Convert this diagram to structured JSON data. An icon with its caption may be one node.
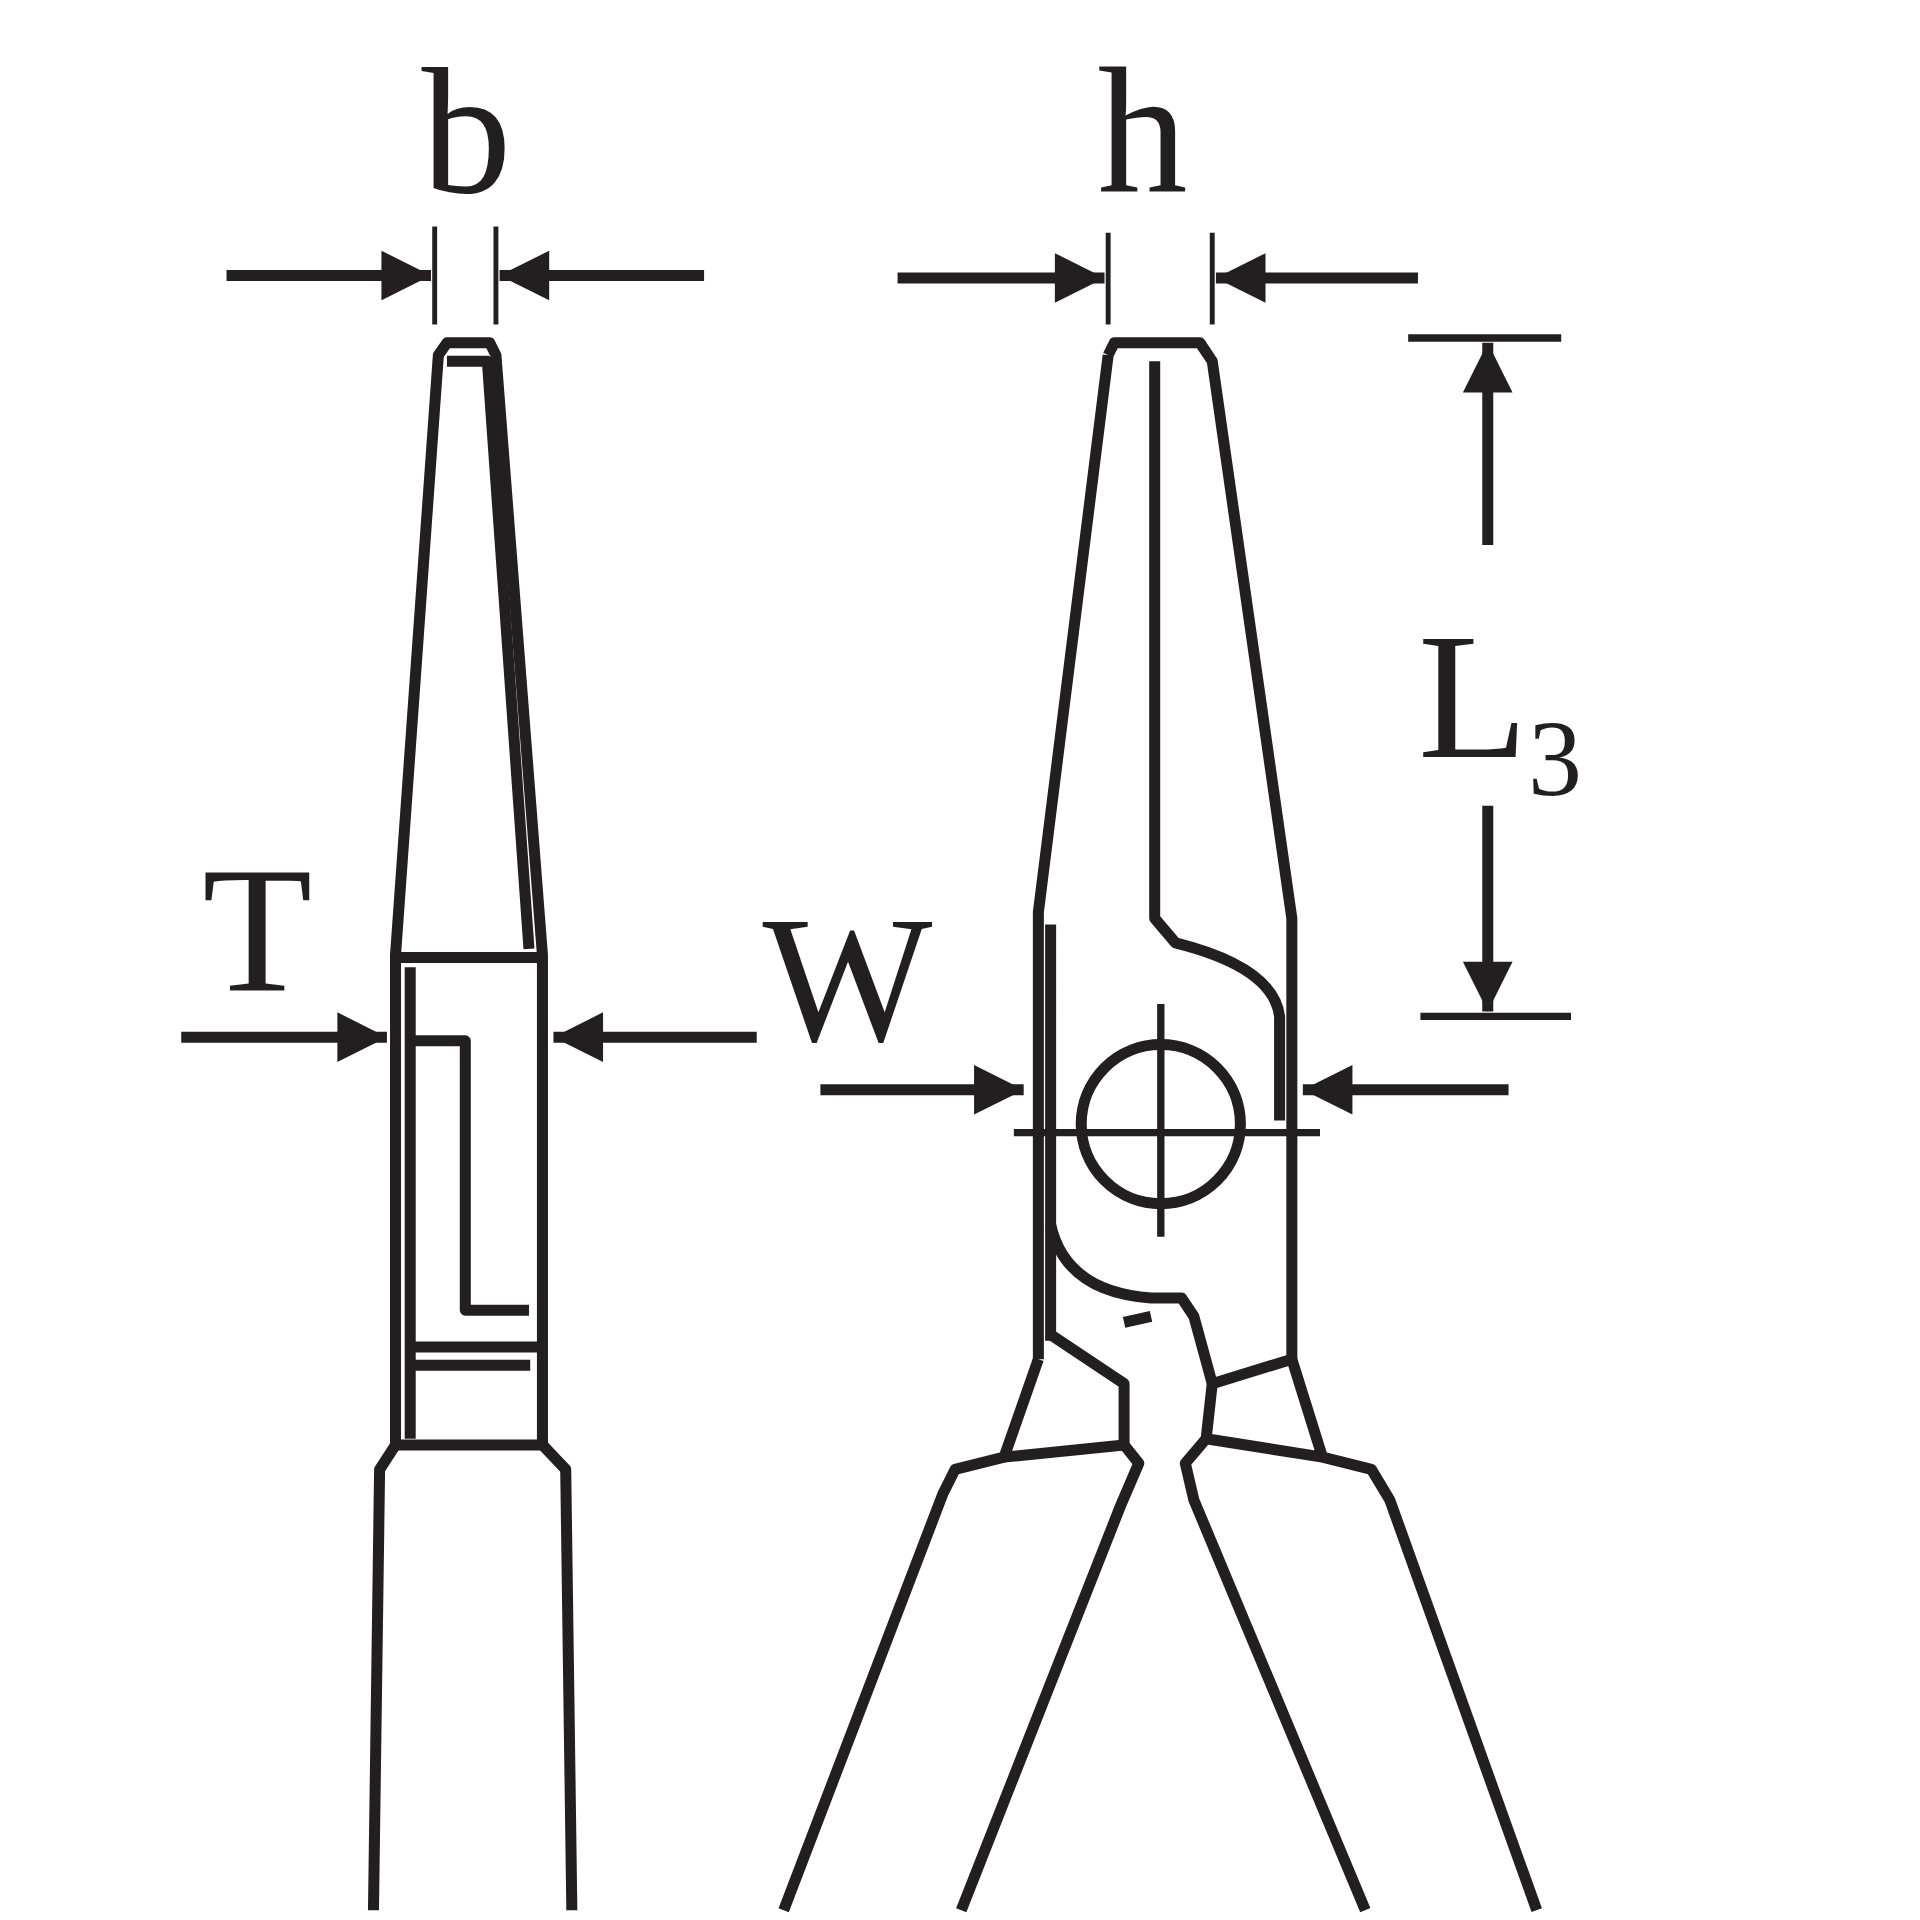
{
  "diagram": {
    "labels": [
      "b",
      "h",
      "T",
      "W",
      "L$_{3}$"
    ]
  }
}
